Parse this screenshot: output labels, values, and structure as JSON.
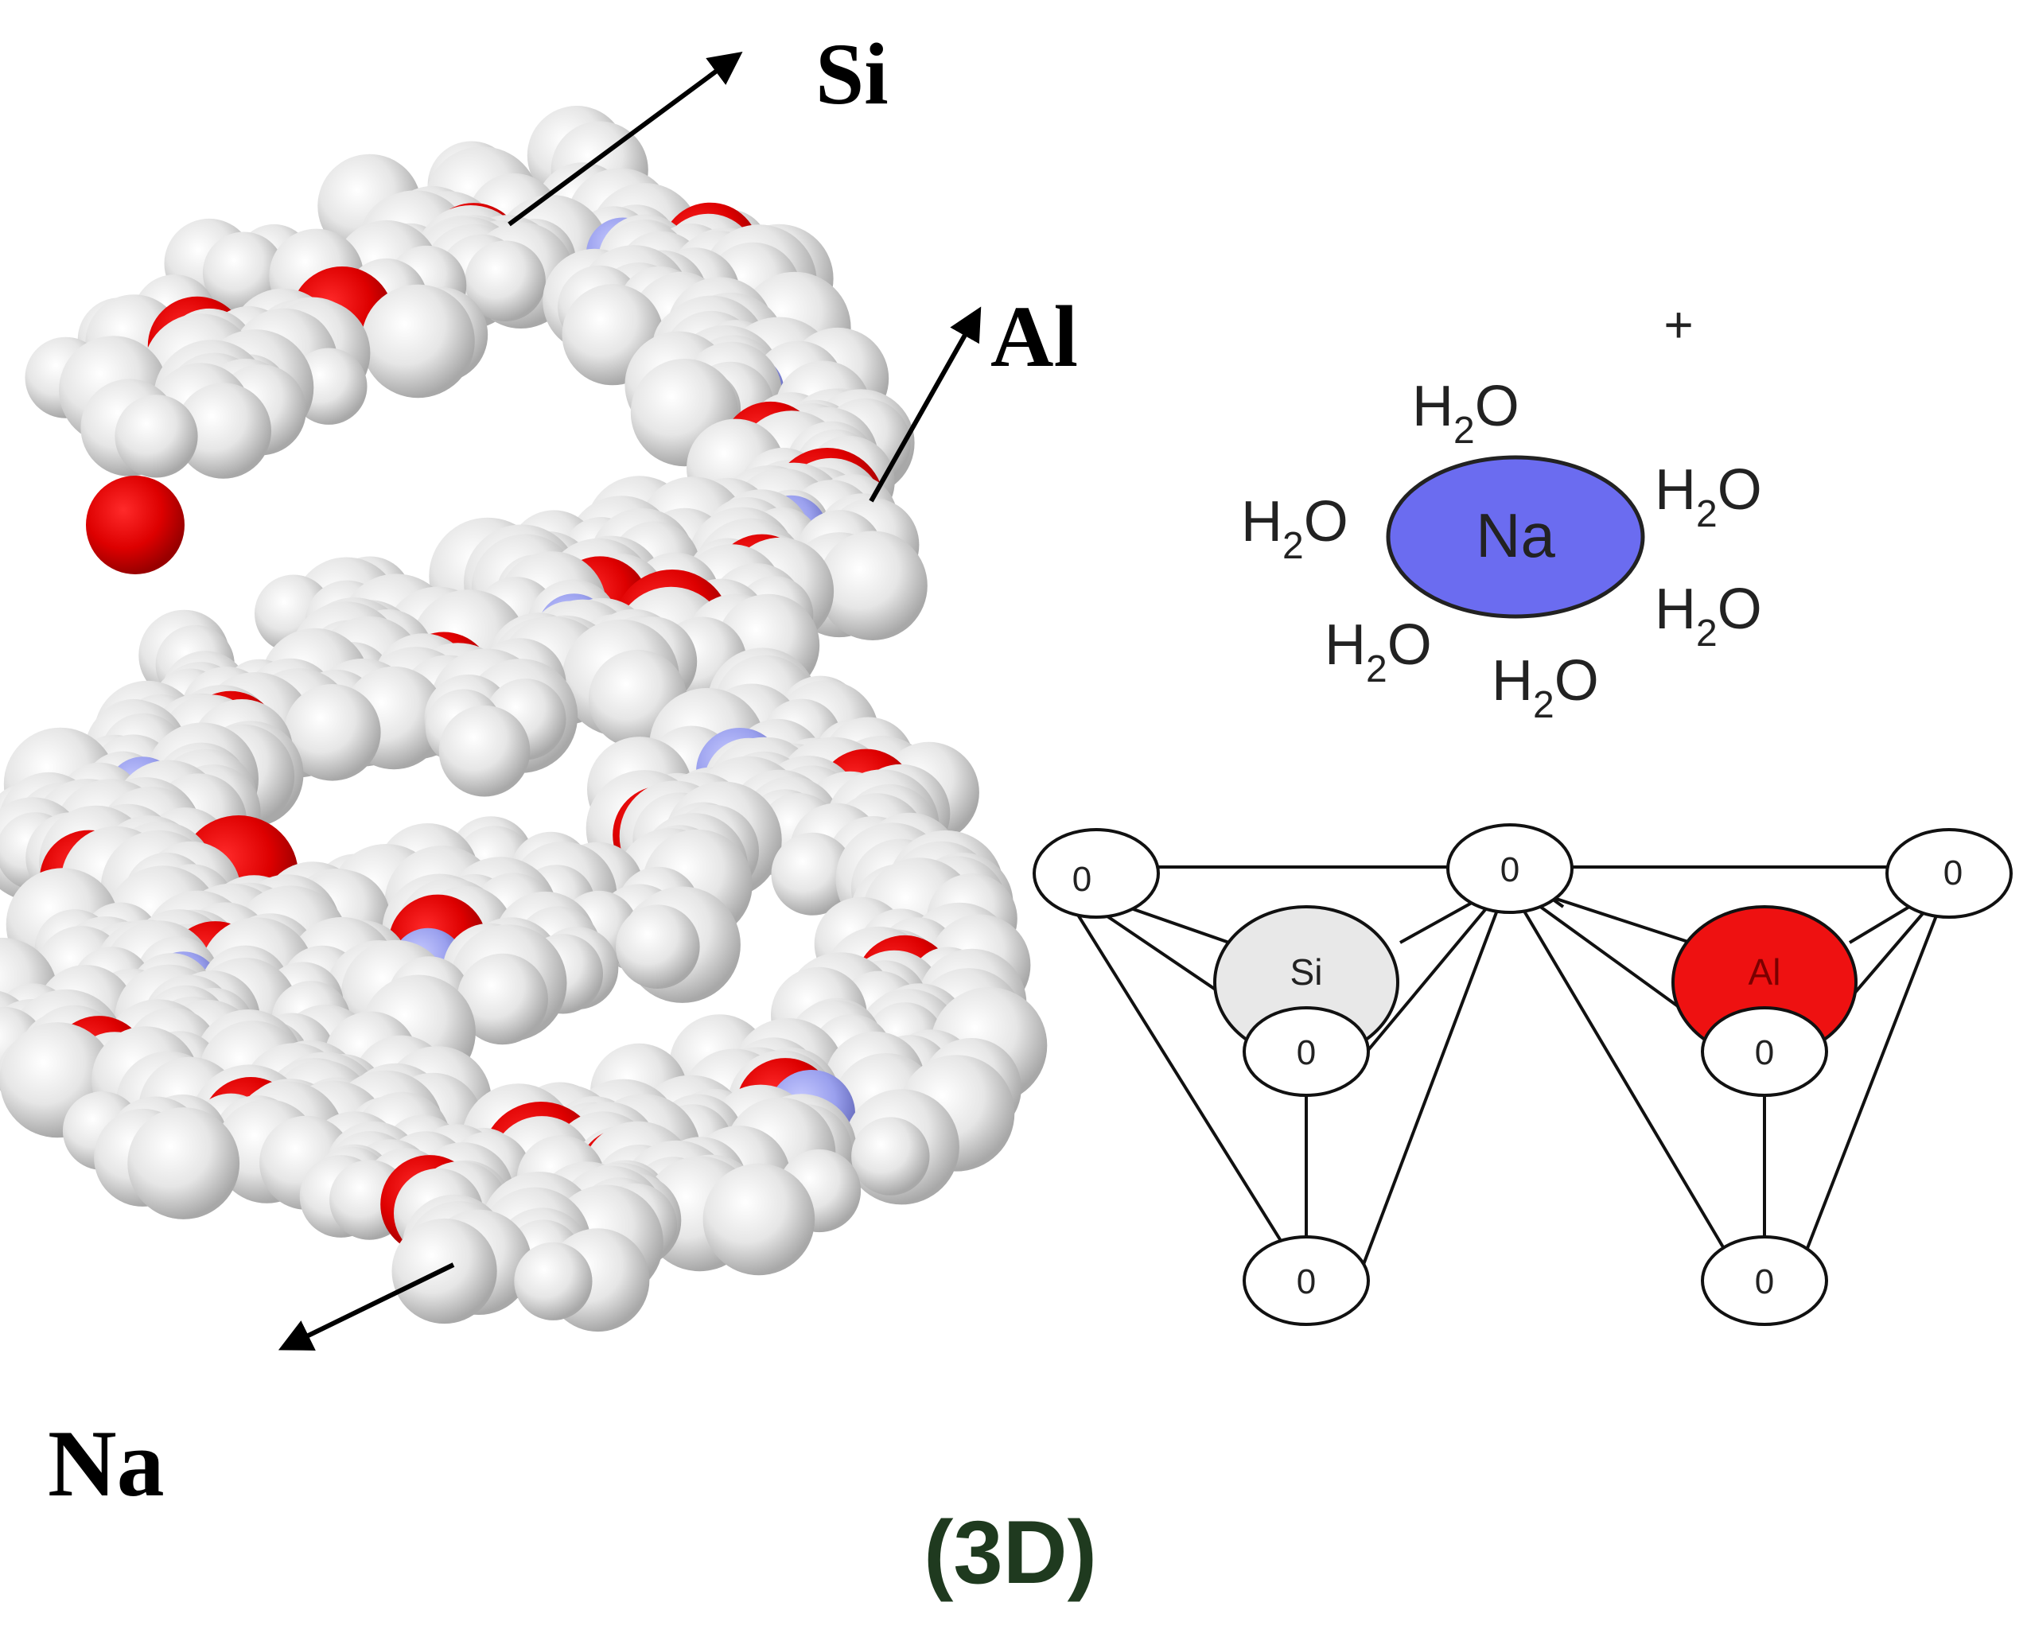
{
  "labels": {
    "si": "Si",
    "al": "Al",
    "na": "Na",
    "caption": "(3D)"
  },
  "hydrated_cation": {
    "ion": "Na",
    "charge": "+",
    "water_h": "H",
    "water_sub": "2",
    "water_o": "O"
  },
  "tetrahedra": {
    "oxygen": "0",
    "silicon": "Si",
    "aluminium": "Al"
  },
  "colors": {
    "oxygen_atom": "#dd0000",
    "nitrogen_atom": "#9aa0ee",
    "carbon_atom": "#e0e0e0",
    "sodium_ion": "#6b6cf0",
    "silicon_node": "#e8e8e8",
    "aluminium_node": "#ee1111",
    "caption": "#1f3a1f",
    "arrow": "#000000"
  }
}
